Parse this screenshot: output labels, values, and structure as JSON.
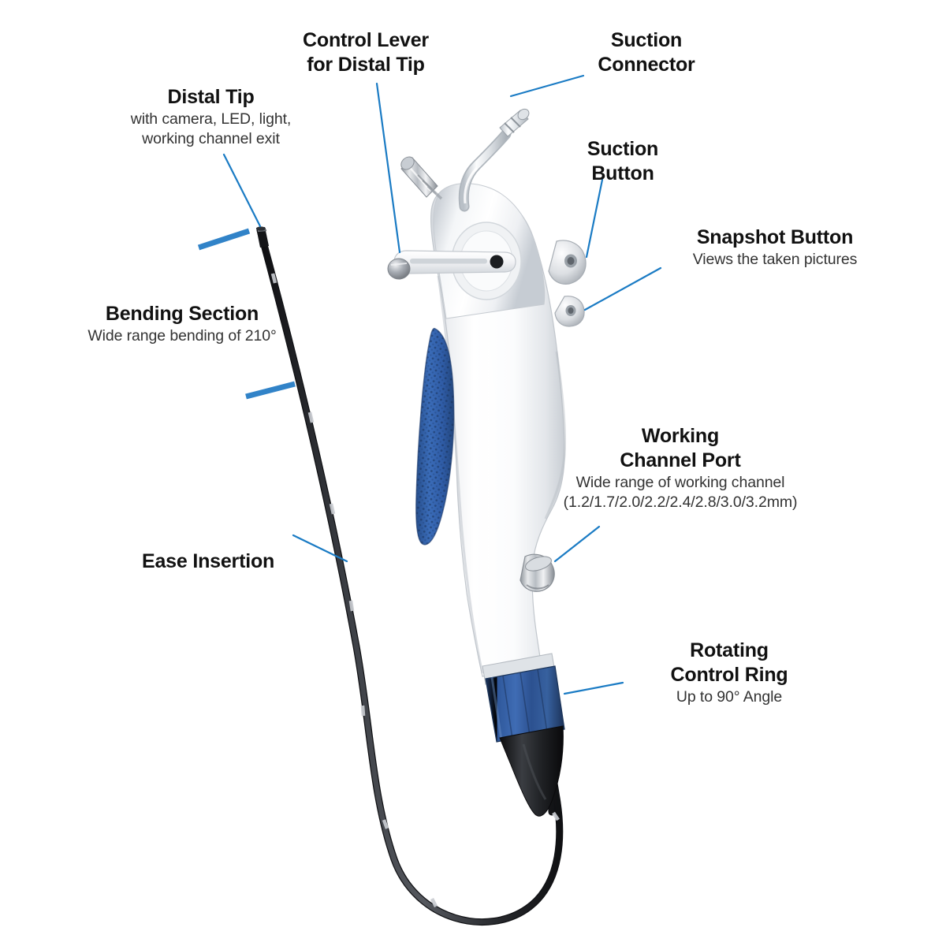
{
  "diagram": {
    "subject": "flexible video endoscope",
    "background_color": "#ffffff",
    "leader_line_color": "#1a7bc4",
    "bracket_line_color": "#3183c8",
    "grip_blue": "#2e62ad",
    "control_ring_blue": "#2b4f8a",
    "insertion_tube_color": "#1f1f22",
    "body_white": "#ffffff"
  },
  "callouts": [
    {
      "id": "control-lever",
      "title": "Control Lever\nfor Distal Tip",
      "sub": "",
      "align": "center"
    },
    {
      "id": "suction-connector",
      "title": "Suction\nConnector",
      "sub": "",
      "align": "center"
    },
    {
      "id": "distal-tip",
      "title": "Distal Tip",
      "sub": "with camera, LED, light,\nworking channel exit",
      "align": "center"
    },
    {
      "id": "suction-button",
      "title": "Suction\nButton",
      "sub": "",
      "align": "center"
    },
    {
      "id": "snapshot-button",
      "title": "Snapshot Button",
      "sub": "Views the taken pictures",
      "align": "center"
    },
    {
      "id": "bending-section",
      "title": "Bending Section",
      "sub": "Wide range bending of 210°",
      "align": "center"
    },
    {
      "id": "working-channel-port",
      "title": "Working\nChannel Port",
      "sub": "Wide range of working channel\n(1.2/1.7/2.0/2.2/2.4/2.8/3.0/3.2mm)",
      "align": "center"
    },
    {
      "id": "ease-insertion",
      "title": "Ease Insertion",
      "sub": "",
      "align": "left"
    },
    {
      "id": "rotating-control-ring",
      "title": "Rotating\nControl Ring",
      "sub": "Up to 90° Angle",
      "align": "center"
    }
  ]
}
